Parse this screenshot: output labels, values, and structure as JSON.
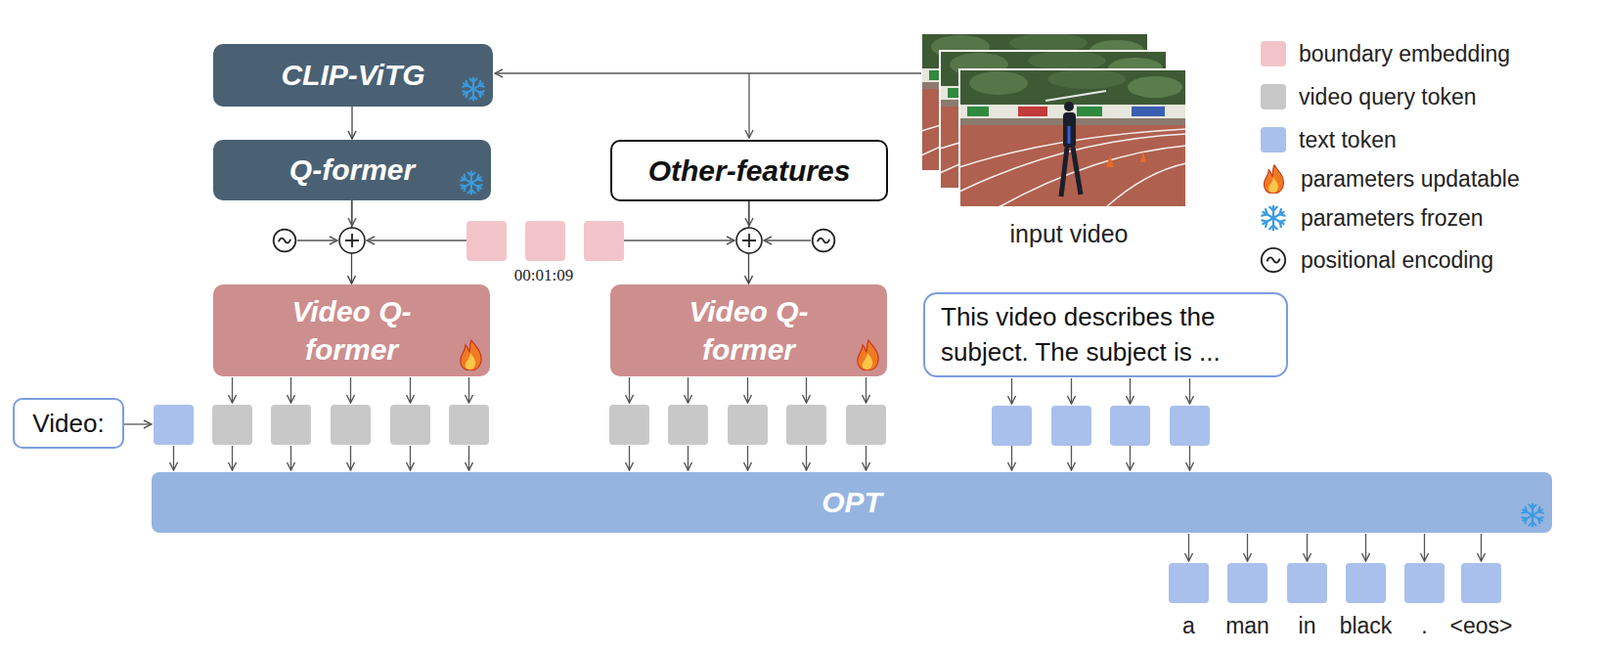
{
  "diagram": {
    "nodes": [
      {
        "text": [
          "CLIP-ViTG"
        ]
      },
      {
        "text": [
          "Q-former"
        ]
      },
      {
        "text": [
          "Other-features"
        ]
      },
      {
        "text": [
          "Video Q-former"
        ]
      },
      {
        "text": [
          "Video Q-former"
        ]
      },
      {
        "text": [
          "Video:"
        ]
      },
      {
        "text": [
          "This video describes the subject. The subject is ..."
        ]
      },
      {
        "text": [
          "OPT"
        ]
      }
    ],
    "edges": [
      {
        "from": 0,
        "to": 1,
        "arrow": "to"
      },
      {
        "from": 1,
        "to": 3,
        "arrow": "to"
      },
      {
        "from": 2,
        "to": 4,
        "arrow": "to"
      }
    ],
    "labels": [
      "00:01:09",
      "input video",
      "a",
      "man",
      "in",
      "black",
      ".",
      "<eos>"
    ],
    "legend": [
      {
        "text": "boundary embedding",
        "color": "#f2c4ca"
      },
      {
        "text": "video query token",
        "color": "#c8c8c8"
      },
      {
        "text": "text token",
        "color": "#a9c0ec"
      },
      {
        "text": "parameters updatable"
      },
      {
        "text": "parameters frozen"
      },
      {
        "text": "positional encoding"
      }
    ]
  }
}
